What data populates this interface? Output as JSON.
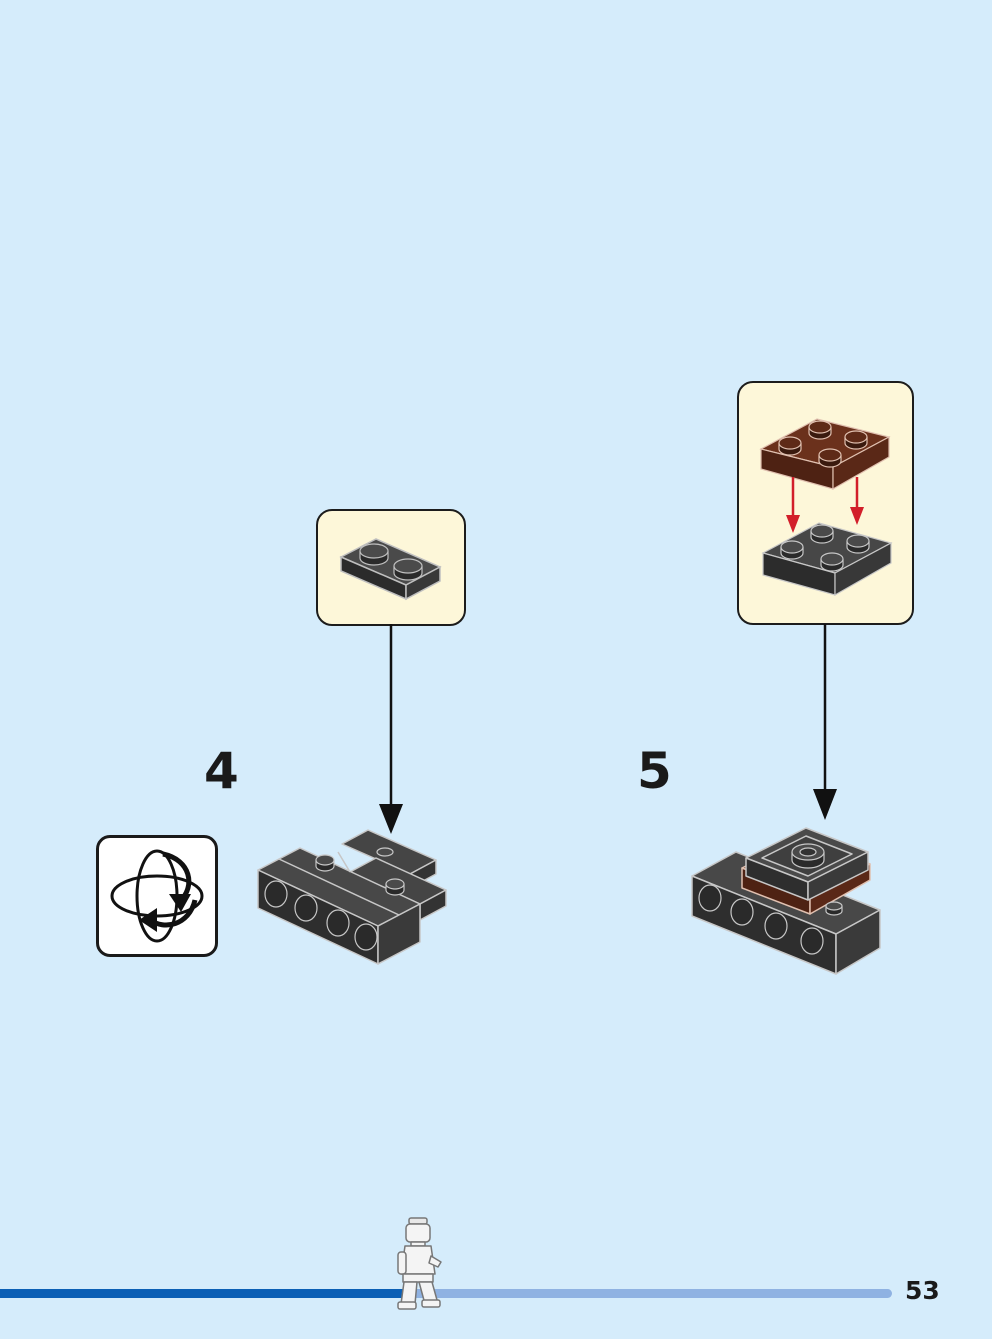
{
  "steps": [
    {
      "number": "4",
      "parts_in_callout": [
        "dark-gray-plate-1x2"
      ],
      "indicator": "rotate-model"
    },
    {
      "number": "5",
      "parts_in_callout": [
        "reddish-brown-plate-2x2",
        "dark-gray-plate-2x2"
      ],
      "indicator": ""
    }
  ],
  "footer": {
    "page_number": "53",
    "progress_fraction": 0.46
  },
  "colors": {
    "background": "#d5ecfb",
    "callout_fill": "#fdf7d9",
    "dark_gray_brick": "#3b3b3b",
    "reddish_brown_brick": "#5c2a18",
    "placement_arrow": "#d21f2a",
    "progress_fill": "#0b5fb5",
    "progress_track": "#8fb2e2"
  },
  "icons": [
    "rotate-model-icon",
    "minifigure-progress-icon",
    "down-arrow-icon"
  ]
}
